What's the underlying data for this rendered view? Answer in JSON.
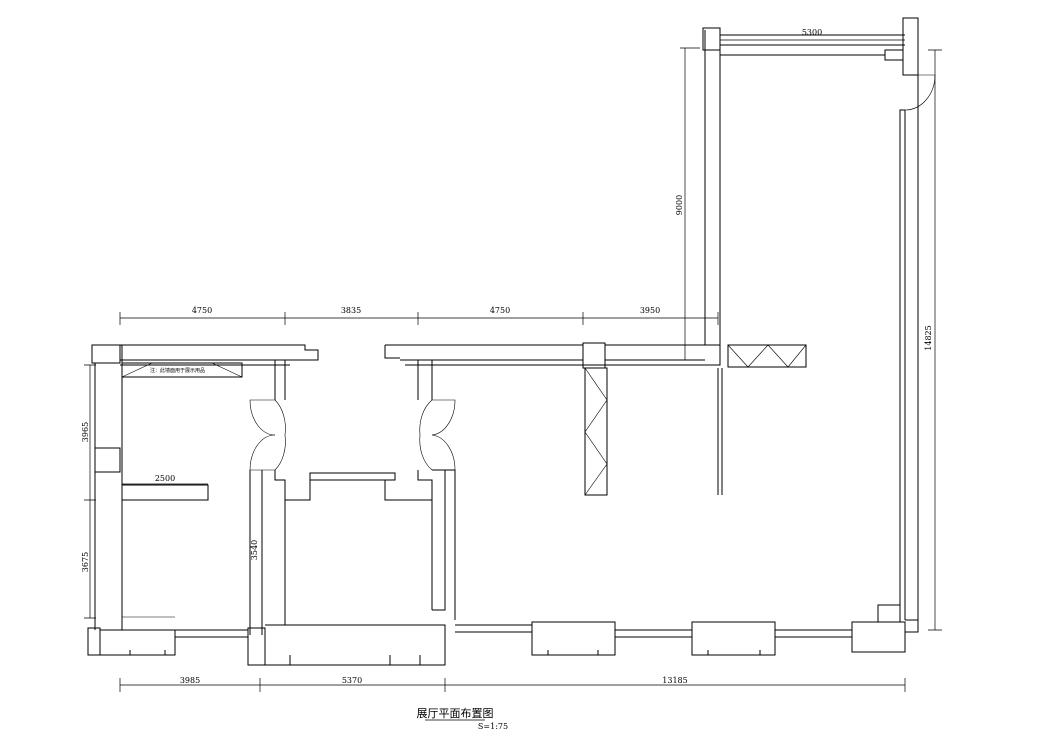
{
  "drawing": {
    "title": "展厅平面布置图",
    "scale": "S=1:75",
    "note": "注：此墙面用于展示用品"
  },
  "dimensions": {
    "top": [
      "4750",
      "3835",
      "4750",
      "3950"
    ],
    "bottom": [
      "3985",
      "5370",
      "13185"
    ],
    "left": [
      "3965",
      "3675"
    ],
    "inner_width": "2500",
    "inner_height": "3540",
    "wing_height": "9000",
    "wing_width": "5300",
    "right_height": "14825"
  }
}
